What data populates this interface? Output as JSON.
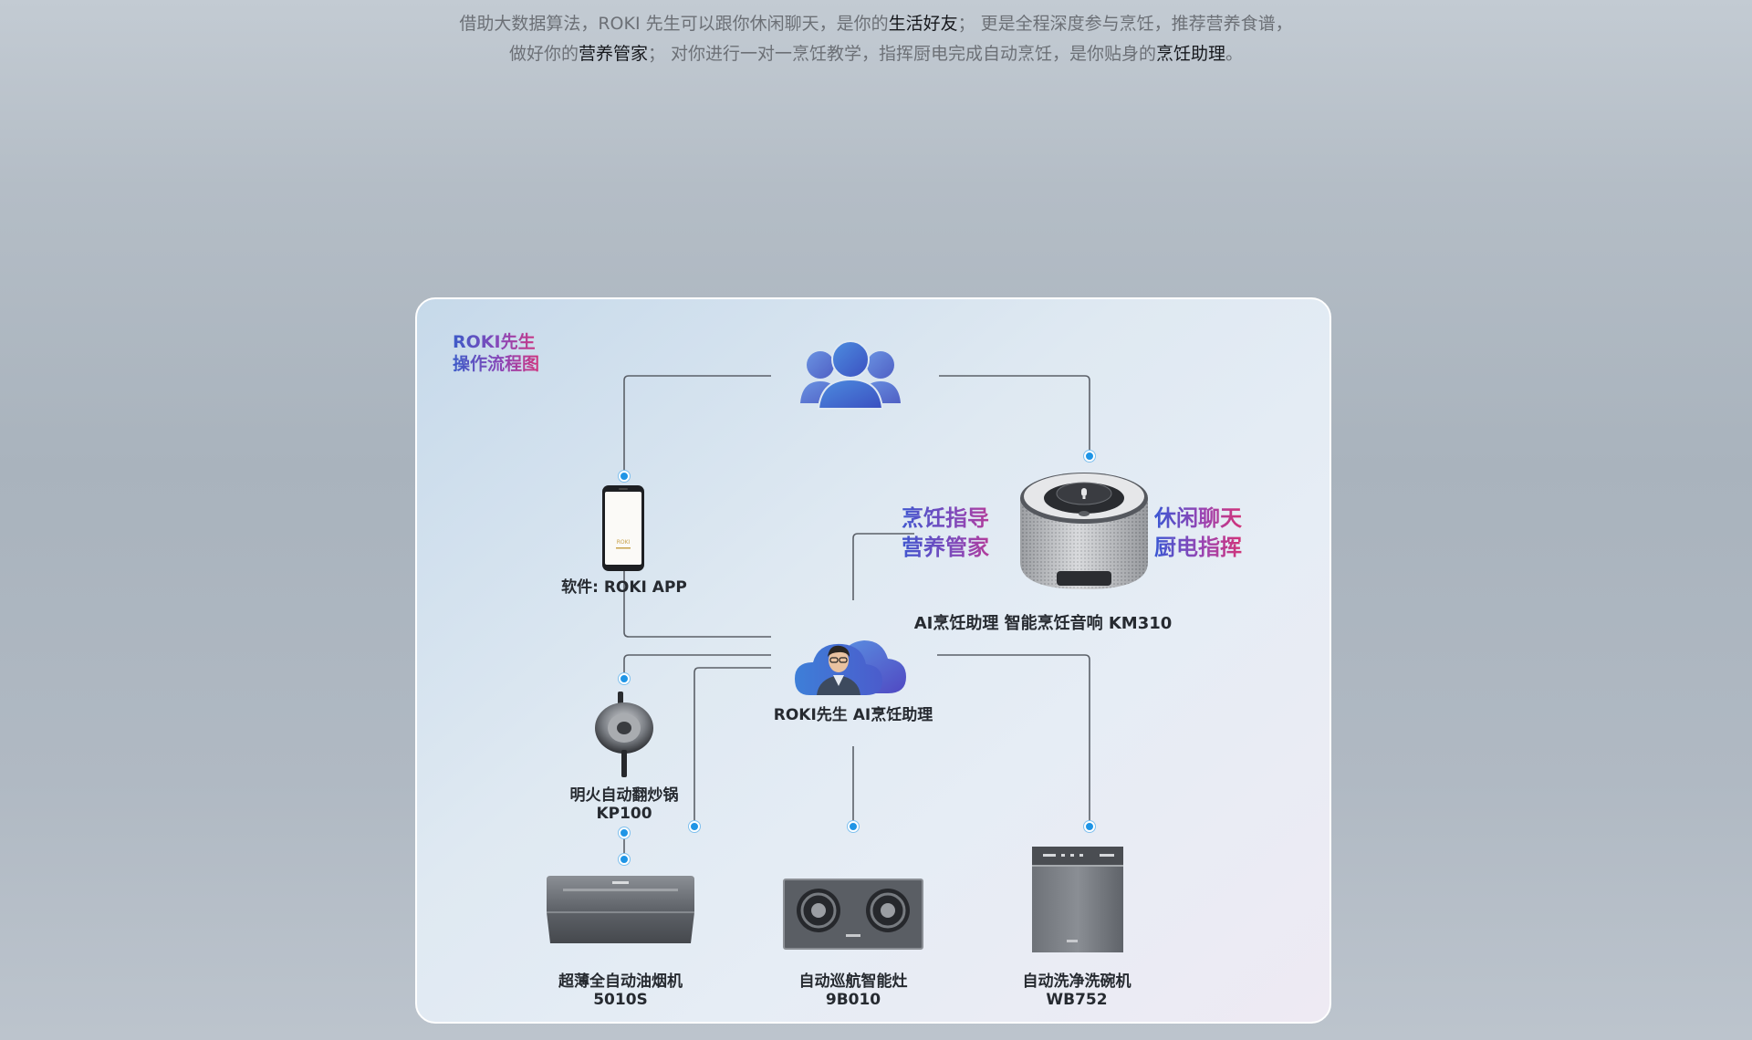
{
  "intro": {
    "line1": {
      "pre": "借助大数据算法，ROKI 先生可以跟你休闲聊天，是你的",
      "hl1": "生活好友",
      "post": "；  更是全程深度参与烹饪，推荐营养食谱，"
    },
    "line2": {
      "pre": "做好你的",
      "hl1": "营养管家",
      "mid": "；  对你进行一对一烹饪教学，指挥厨电完成自动烹饪，是你贴身的",
      "hl2": "烹饪助理",
      "post": "。"
    }
  },
  "card": {
    "title_line1": "ROKI先生",
    "title_line2": "操作流程图",
    "app_label": "软件: ROKI APP",
    "app_screen_logo": "ROKI",
    "speaker_label": "AI烹饪助理  智能烹饪音响  KM310",
    "assistant_label": "ROKI先生  AI烹饪助理",
    "left_tags": [
      "烹饪指导",
      "营养管家"
    ],
    "right_tags": [
      "休闲聊天",
      "厨电指挥"
    ],
    "wok_label_1": "明火自动翻炒锅",
    "wok_label_2": "KP100",
    "hood_label_1": "超薄全自动油烟机",
    "hood_label_2": "5010S",
    "stove_label_1": "自动巡航智能灶",
    "stove_label_2": "9B010",
    "dishwasher_label_1": "自动洗净洗碗机",
    "dishwasher_label_2": "WB752"
  },
  "colors": {
    "accent_blue": "#1f95e6",
    "title_gradient_start": "#3c5bc8",
    "title_gradient_end": "#d0357f",
    "connector": "#5b6068"
  }
}
